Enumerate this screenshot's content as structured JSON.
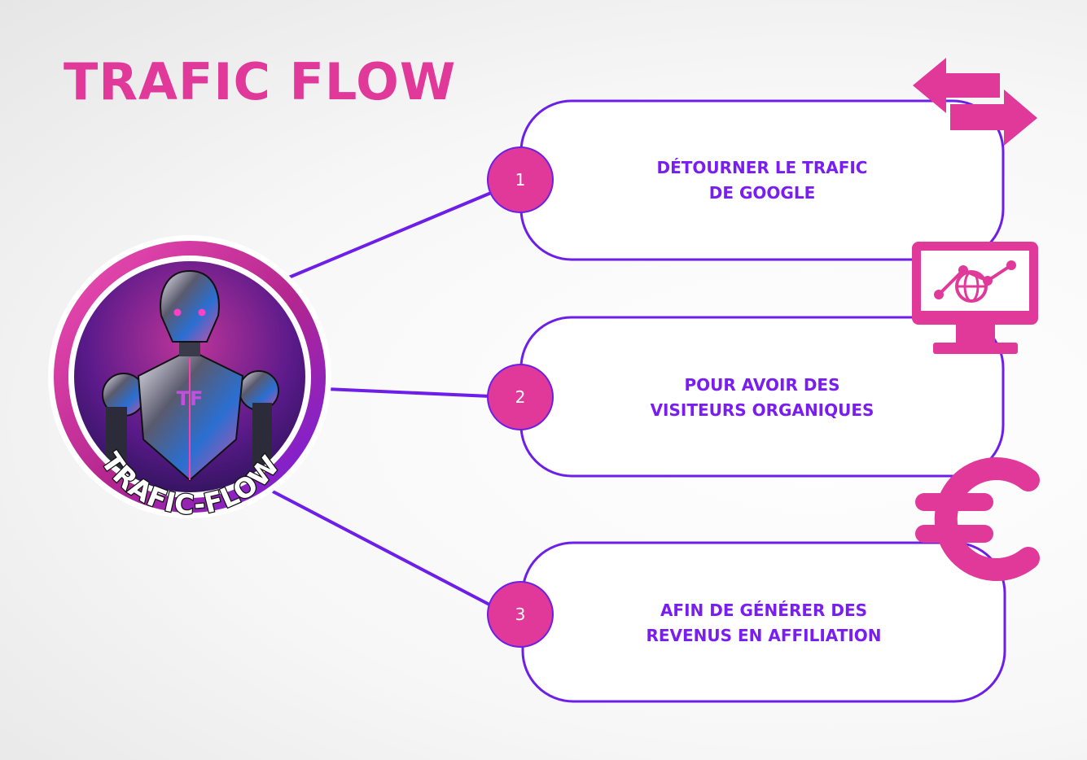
{
  "title": "TRAFIC FLOW",
  "colors": {
    "pink": "#e0399a",
    "purple": "#6d1ee8",
    "text_purple": "#7a1df0",
    "white": "#ffffff"
  },
  "logo": {
    "label": "TRAFIC-FLOW",
    "emblem": "TF"
  },
  "steps": [
    {
      "number": "1",
      "line1": "DÉTOURNER LE TRAFIC",
      "line2": "DE GOOGLE",
      "icon": "swap-arrows-icon"
    },
    {
      "number": "2",
      "line1": "POUR AVOIR DES",
      "line2": "VISITEURS ORGANIQUES",
      "icon": "monitor-analytics-icon"
    },
    {
      "number": "3",
      "line1": "AFIN DE GÉNÉRER DES",
      "line2": "REVENUS EN AFFILIATION",
      "icon": "euro-icon"
    }
  ]
}
